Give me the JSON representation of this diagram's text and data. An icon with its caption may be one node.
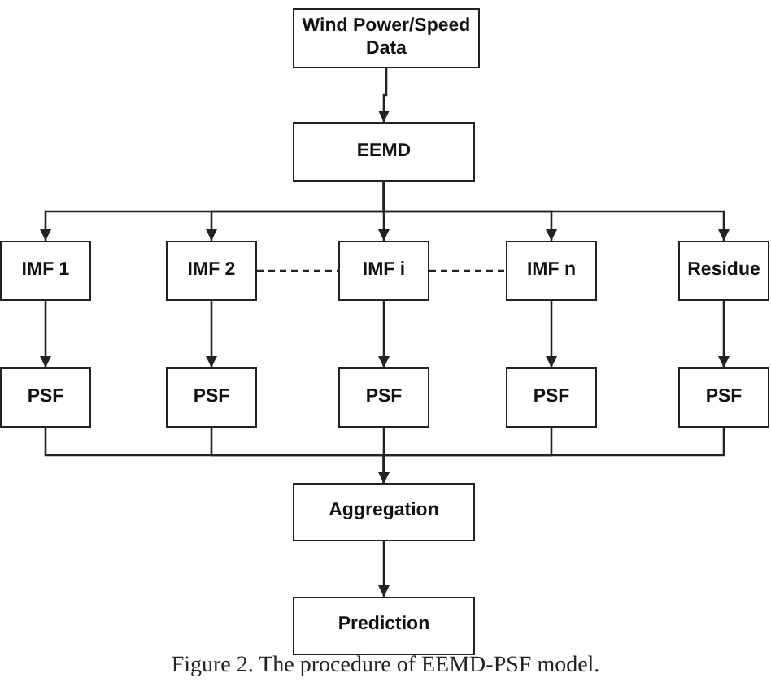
{
  "diagram": {
    "caption": "Figure 2. The procedure of EEMD-PSF model.",
    "nodes": [
      {
        "text": [
          "Wind Power/Speed Data"
        ]
      },
      {
        "text": [
          "EEMD"
        ]
      },
      {
        "text": [
          "IMF 1"
        ]
      },
      {
        "text": [
          "IMF 2"
        ]
      },
      {
        "text": [
          "IMF i"
        ]
      },
      {
        "text": [
          "IMF n"
        ]
      },
      {
        "text": [
          "Residue"
        ]
      },
      {
        "text": [
          "PSF"
        ]
      },
      {
        "text": [
          "PSF"
        ]
      },
      {
        "text": [
          "PSF"
        ]
      },
      {
        "text": [
          "PSF"
        ]
      },
      {
        "text": [
          "PSF"
        ]
      },
      {
        "text": [
          "Aggregation"
        ]
      },
      {
        "text": [
          "Prediction"
        ]
      }
    ],
    "edges": [
      {
        "from": 0,
        "to": 1,
        "arrow": "to"
      },
      {
        "from": 1,
        "to": 2,
        "arrow": "to"
      },
      {
        "from": 1,
        "to": 3,
        "arrow": "to"
      },
      {
        "from": 1,
        "to": 4,
        "arrow": "to"
      },
      {
        "from": 1,
        "to": 5,
        "arrow": "to"
      },
      {
        "from": 1,
        "to": 6,
        "arrow": "to"
      },
      {
        "from": 3,
        "to": 4,
        "arrow": "none",
        "style": "dashed"
      },
      {
        "from": 4,
        "to": 5,
        "arrow": "none",
        "style": "dashed"
      },
      {
        "from": 2,
        "to": 7,
        "arrow": "to"
      },
      {
        "from": 3,
        "to": 8,
        "arrow": "to"
      },
      {
        "from": 4,
        "to": 9,
        "arrow": "to"
      },
      {
        "from": 5,
        "to": 10,
        "arrow": "to"
      },
      {
        "from": 6,
        "to": 11,
        "arrow": "to"
      },
      {
        "from": 7,
        "to": 12,
        "arrow": "to"
      },
      {
        "from": 8,
        "to": 12,
        "arrow": "to"
      },
      {
        "from": 9,
        "to": 12,
        "arrow": "to"
      },
      {
        "from": 10,
        "to": 12,
        "arrow": "to"
      },
      {
        "from": 11,
        "to": 12,
        "arrow": "to"
      },
      {
        "from": 12,
        "to": 13,
        "arrow": "to"
      }
    ]
  }
}
